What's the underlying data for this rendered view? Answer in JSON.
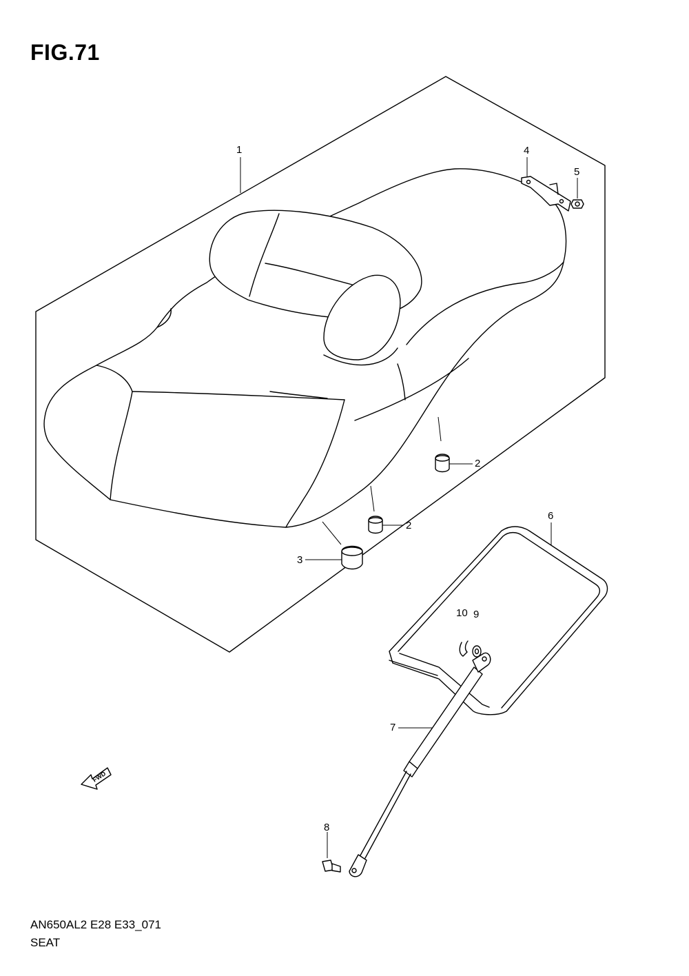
{
  "figure": {
    "title": "FIG.71",
    "code": "AN650AL2 E28 E33_071",
    "name": "SEAT"
  },
  "fwd_arrow_label": "FWD",
  "callouts": {
    "c1": "1",
    "c2a": "2",
    "c2b": "2",
    "c3": "3",
    "c4": "4",
    "c5": "5",
    "c6": "6",
    "c7": "7",
    "c8": "8",
    "c9": "9",
    "c10": "10"
  }
}
